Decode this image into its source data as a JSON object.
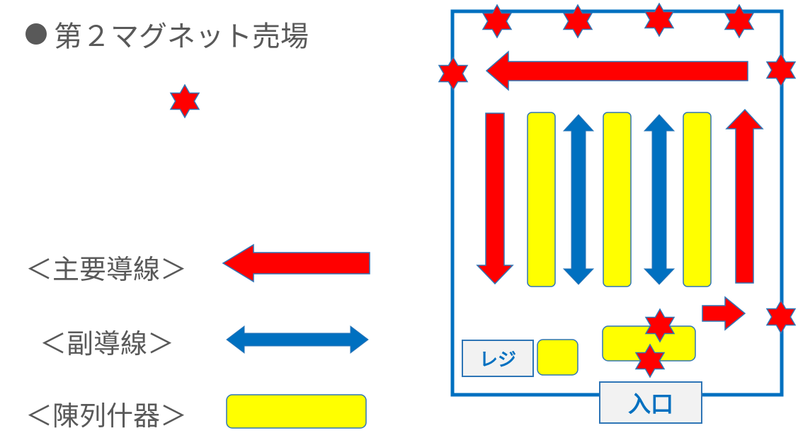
{
  "title": "第２マグネット売場",
  "legend": {
    "main_path": "＜主要導線＞",
    "sub_path": "＜副導線＞",
    "fixture": "＜陳列什器＞"
  },
  "store": {
    "register_label": "レジ",
    "entrance_label": "入口"
  },
  "colors": {
    "magnet_star": "#ff0000",
    "main_path": "#ff0000",
    "sub_path": "#0070c0",
    "fixture": "#ffff00",
    "wall": "#0070c0",
    "text": "#595959"
  }
}
